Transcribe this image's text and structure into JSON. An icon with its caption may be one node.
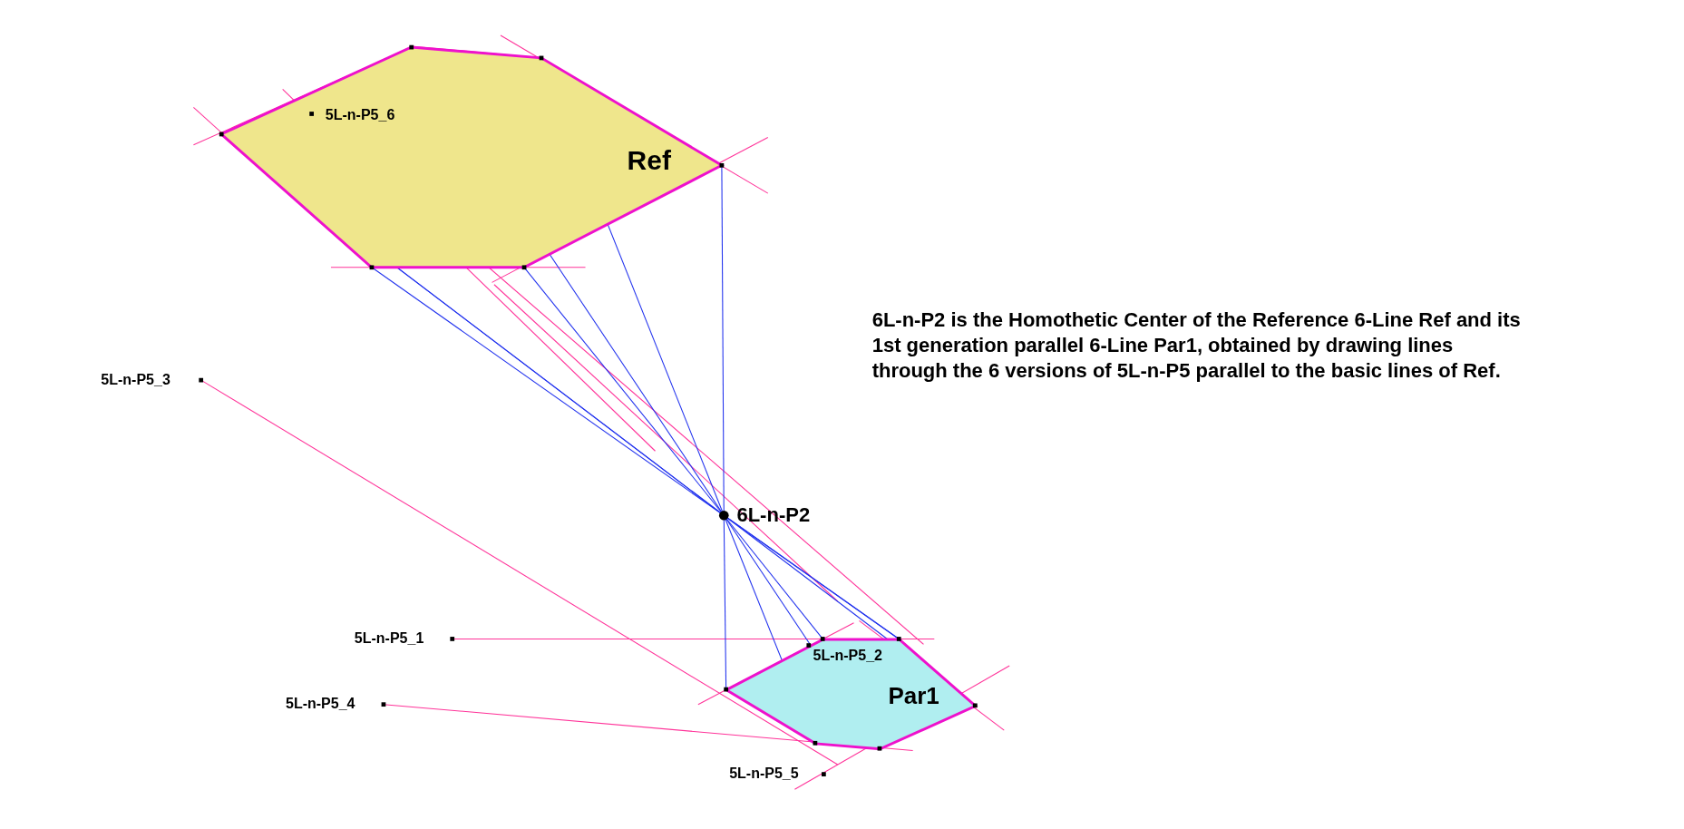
{
  "diagram": {
    "nodes": [
      {
        "text": [
          "Ref"
        ]
      },
      {
        "text": [
          "Par1"
        ]
      }
    ],
    "labels": [
      "5L-n-P5_6",
      "5L-n-P5_3",
      "6L-n-P2 is the Homothetic Center of the Reference 6-Line Ref and its 1st generation parallel 6-Line Par1, obtained by drawing lines through the 6 versions of 5L-n-P5 parallel to the basic lines of Ref.",
      "6L-n-P2",
      "5L-n-P5_1",
      "5L-n-P5_2",
      "5L-n-P5_4",
      "5L-n-P5_5"
    ]
  }
}
